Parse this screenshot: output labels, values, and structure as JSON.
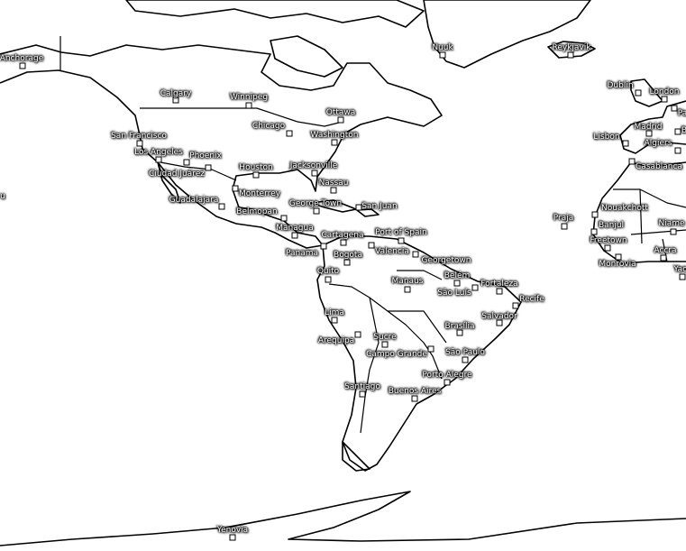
{
  "map": {
    "colors": {
      "land_outline": "#000000",
      "background": "#ffffff",
      "label_text": "#ffffff",
      "label_halo": "#000000"
    },
    "marker_icon": "square-marker-icon",
    "cities": [
      "Anchorage",
      "Calgary",
      "Winnipeg",
      "Ottawa",
      "Chicago",
      "Washington",
      "San Francisco",
      "Los Angeles",
      "Phoenix",
      "Ciudad Juárez",
      "Houston",
      "Jacksonville",
      "Nassau",
      "Monterrey",
      "Guadalajara",
      "George Town",
      "San Juan",
      "Belmopan",
      "Managua",
      "Cartagena",
      "Port of Spain",
      "Panama",
      "Bogota",
      "Valencia",
      "Georgetown",
      "Quito",
      "Manaus",
      "Belém",
      "São Luís",
      "Fortaleza",
      "Recife",
      "Lima",
      "Salvador",
      "Brasília",
      "Sucre",
      "Arequipa",
      "Campo Grande",
      "São Paulo",
      "Porto Alegre",
      "Santiago",
      "Buenos Aires",
      "Yenovia",
      "Nuuk",
      "Reykjavik",
      "Dublin",
      "London",
      "Pa",
      "Madrid",
      "Lisbon",
      "B",
      "Algiers",
      "Casablanca",
      "Nouakchott",
      "Praja",
      "Banjul",
      "Niame",
      "Freetown",
      "Accra",
      "Monrovia",
      "Yao",
      "u"
    ]
  }
}
